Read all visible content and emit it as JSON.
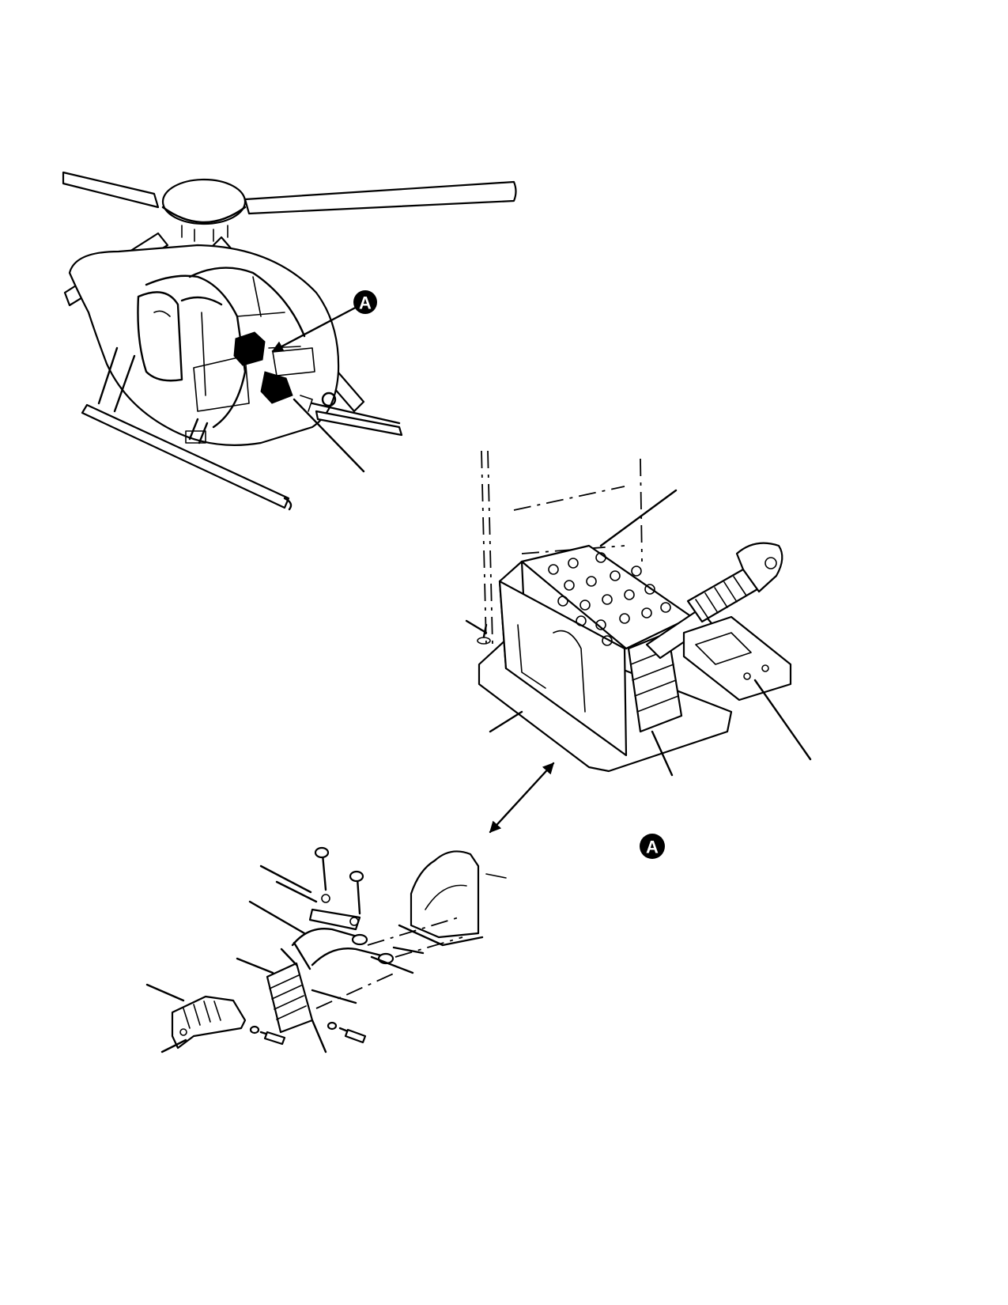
{
  "figure": {
    "detail_callouts": [
      {
        "id": "pointer",
        "label": "A"
      },
      {
        "id": "detail",
        "label": "A"
      }
    ]
  }
}
